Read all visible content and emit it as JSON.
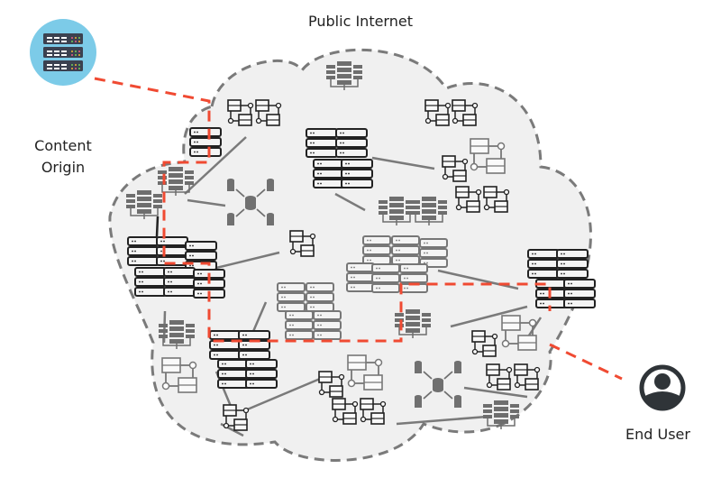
{
  "diagram": {
    "title": "Public Internet",
    "nodes": {
      "origin": {
        "label_line1": "Content",
        "label_line2": "Origin",
        "icon": "server-rack-icon"
      },
      "user": {
        "label": "End User",
        "icon": "user-avatar-icon"
      }
    },
    "colors": {
      "path": "#f04a32",
      "cloud_fill": "#f0f0f0",
      "cloud_outline": "#7a7a7a",
      "origin_circle": "#7ccbe8",
      "origin_rack": "#3b4150",
      "user_icon": "#2f3438"
    },
    "path_description": "Dashed red route from Content Origin through Public Internet cloud nodes to End User"
  }
}
